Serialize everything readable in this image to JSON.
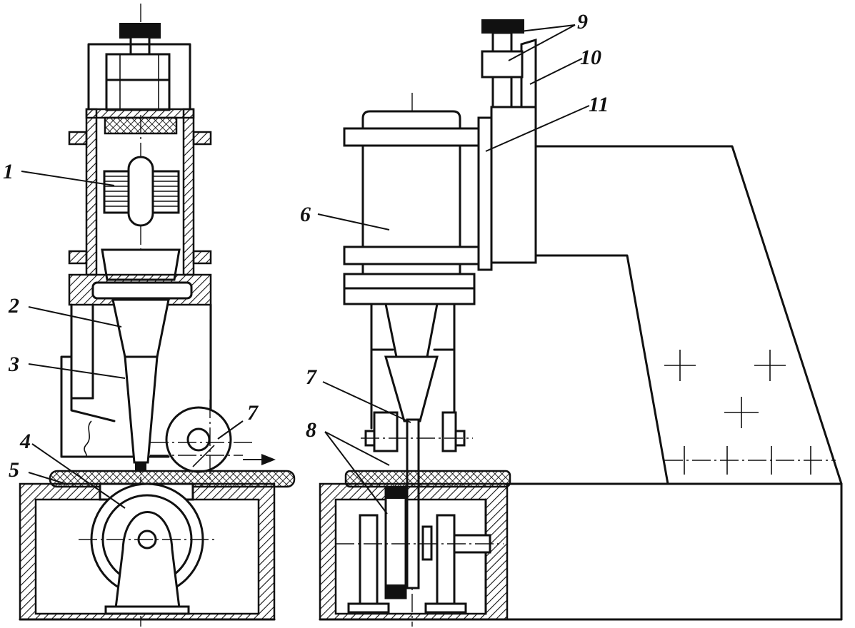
{
  "callouts": {
    "c1": "1",
    "c2": "2",
    "c3": "3",
    "c4": "4",
    "c5": "5",
    "c6": "6",
    "c7_left": "7",
    "c7_right": "7",
    "c8": "8",
    "c9": "9",
    "c10": "10",
    "c11": "11"
  },
  "colors": {
    "ink": "#111111",
    "paper": "#ffffff"
  }
}
